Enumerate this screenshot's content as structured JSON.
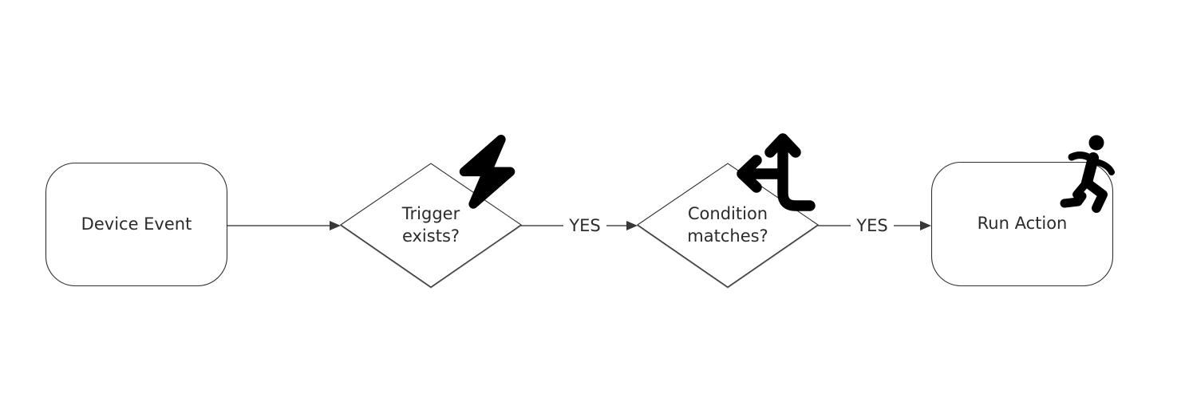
{
  "diagram": {
    "type": "flowchart",
    "background": "#ffffff",
    "colors": {
      "shape_stroke": "#303030",
      "connector": "#4a4a4a",
      "text": "#2b2b2b",
      "icon": "#000000"
    },
    "nodes": [
      {
        "id": "device-event",
        "shape": "rounded-rect",
        "label": "Device Event",
        "icon": null
      },
      {
        "id": "trigger-exists",
        "shape": "diamond",
        "label": "Trigger exists?",
        "icon": "lightning-bolt-icon"
      },
      {
        "id": "condition-matches",
        "shape": "diamond",
        "label": "Condition matches?",
        "icon": "arrows-split-up-and-left-icon"
      },
      {
        "id": "run-action",
        "shape": "rounded-rect",
        "label": "Run Action",
        "icon": "person-running-icon"
      }
    ],
    "edges": [
      {
        "from": "device-event",
        "to": "trigger-exists",
        "label": ""
      },
      {
        "from": "trigger-exists",
        "to": "condition-matches",
        "label": "YES"
      },
      {
        "from": "condition-matches",
        "to": "run-action",
        "label": "YES"
      }
    ]
  }
}
